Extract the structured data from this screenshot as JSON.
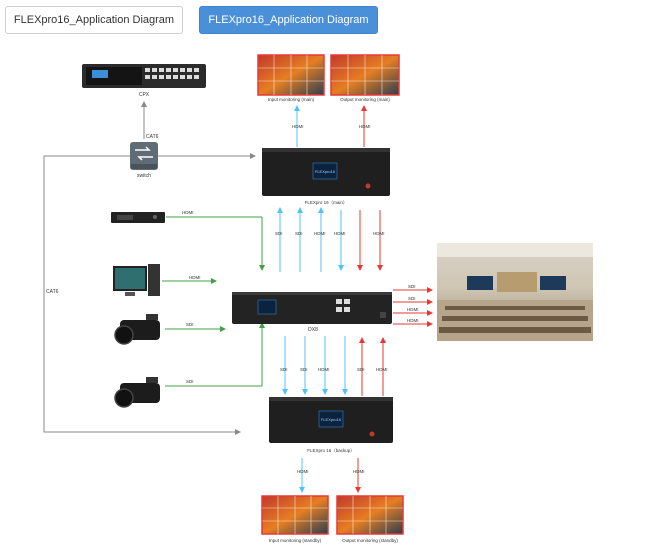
{
  "tabs": [
    {
      "label": "FLEXpro16_Application Diagram",
      "active": false
    },
    {
      "label": "FLEXpro16_Application Diagram",
      "active": true
    }
  ],
  "diagram": {
    "cpx": "CPX",
    "cat6_top": "CAT6",
    "switch": "switch",
    "cat6_left": "CAT6",
    "monitor_main_in": "Input monitoring (main)",
    "monitor_main_out": "Output monitoring (main)",
    "hdmi_mon_in": "HDMI",
    "hdmi_mon_out": "HDMI",
    "main_device": "FLEXpro 16（main）",
    "player_hdmi": "HDMI",
    "pc_hdmi": "HDMI",
    "cam1_sdi": "SDI",
    "cam2_sdi": "SDI",
    "dx8": "DX8",
    "top_links": [
      "SDI",
      "SDI",
      "HDMI",
      "HDMI",
      "HDMI"
    ],
    "bottom_links": [
      "SDI",
      "SDI",
      "HDMI",
      "SDI",
      "HDMI"
    ],
    "out_links": [
      "SDI",
      "SDI",
      "HDMI",
      "HDMI"
    ],
    "backup_device": "FLEXpro 16（backup）",
    "hdmi_standby_in": "HDMI",
    "hdmi_standby_out": "HDMI",
    "monitor_standby_in": "Input monitoring (standby)",
    "monitor_standby_out": "Output monitoring (standby)",
    "brand_logo": "FLEXpro16"
  },
  "colors": {
    "tab_active": "#4a90d9",
    "link_blue": "#4fc3f7",
    "link_red": "#e53935",
    "link_green": "#43a047",
    "line_gray": "#888888"
  }
}
